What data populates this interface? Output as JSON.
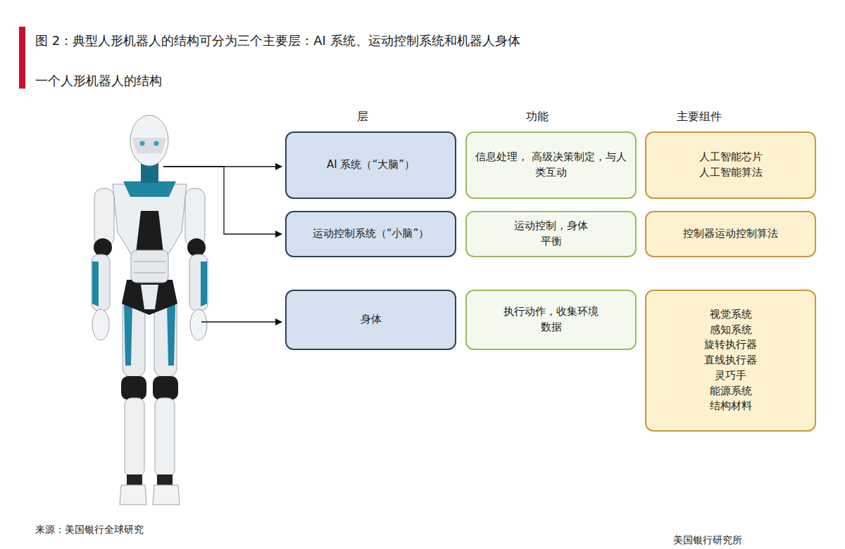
{
  "diagram": {
    "title": "图 2：典型人形机器人的结构可分为三个主要层：AI 系统、运动控制系统和机器人身体",
    "nodes": [
      {
        "text": [
          "AI 系统（“大脑”）"
        ]
      },
      {
        "text": [
          "信息处理， 高级决策制定，与人类互动"
        ]
      },
      {
        "text": [
          "人工智能芯片",
          "人工智能算法"
        ]
      },
      {
        "text": [
          "运动控制系统（“小脑”）"
        ]
      },
      {
        "text": [
          "运动控制，身体 平衡"
        ]
      },
      {
        "text": [
          "控制器运动控制算法"
        ]
      },
      {
        "text": [
          "身体"
        ]
      },
      {
        "text": [
          "执行动作，收集环境 数据"
        ]
      },
      {
        "text": [
          "视觉系统",
          "感知系统",
          "旋转执行器",
          "直线执行器",
          "灵巧手",
          "能源系统",
          "结构材料"
        ]
      }
    ],
    "labels": [
      "一个人形机器人的结构",
      "层",
      "功能",
      "主要组件",
      "来源：美国银行全球研究",
      "美国银行研究所"
    ]
  }
}
